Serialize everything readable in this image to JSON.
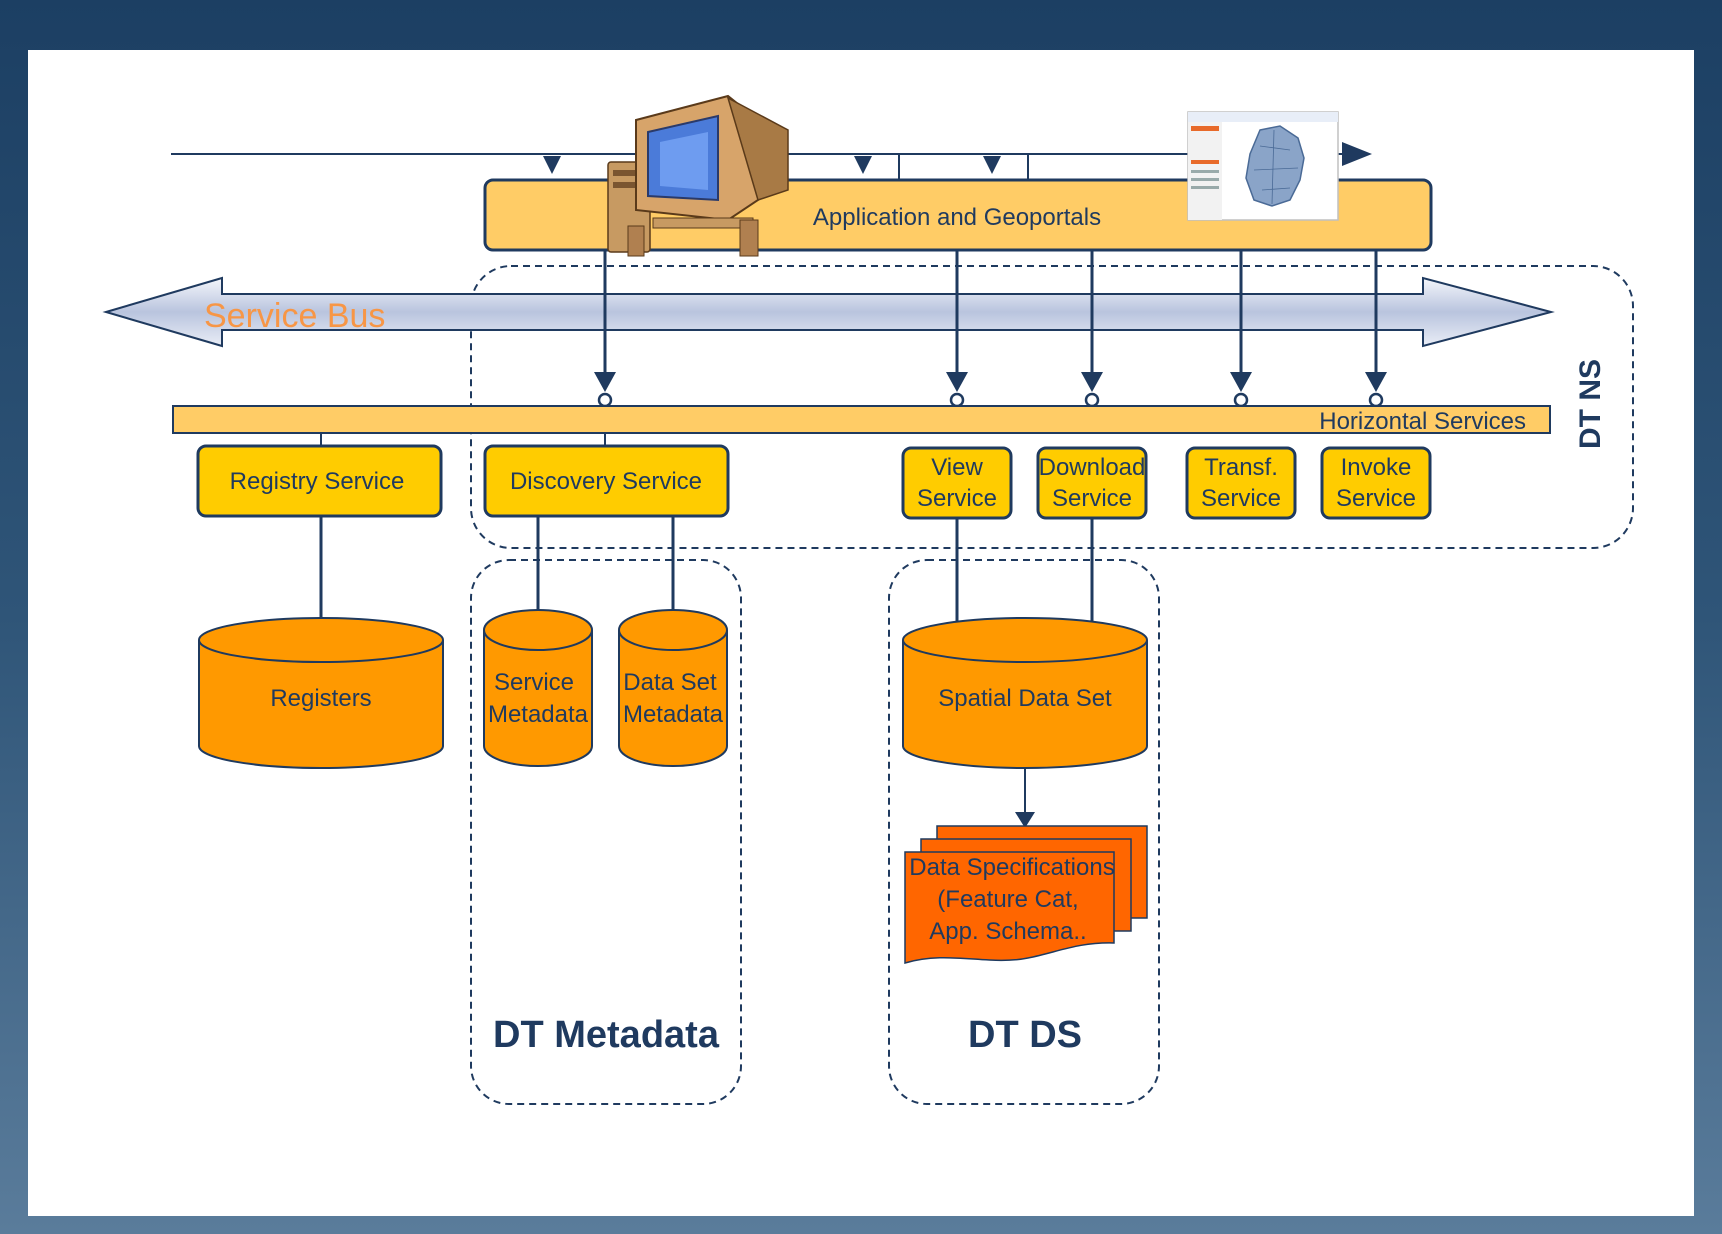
{
  "app_box": {
    "label": "Application and Geoportals"
  },
  "service_bus": {
    "label": "Service Bus"
  },
  "horizontal_services": {
    "label": "Horizontal Services"
  },
  "dt_ns": {
    "label": "DT NS"
  },
  "services": {
    "registry": "Registry Service",
    "discovery": "Discovery Service",
    "view": [
      "View",
      "Service"
    ],
    "download": [
      "Download",
      "Service"
    ],
    "transf": [
      "Transf.",
      "Service"
    ],
    "invoke": [
      "Invoke",
      "Service"
    ]
  },
  "stores": {
    "registers": "Registers",
    "service_metadata": [
      "Service",
      "Metadata"
    ],
    "dataset_metadata": [
      "Data Set",
      "Metadata"
    ],
    "spatial_data_set": "Spatial Data Set"
  },
  "data_specs": [
    "Data Specifications",
    "(Feature Cat,",
    "App. Schema.."
  ],
  "groups": {
    "dt_metadata": "DT Metadata",
    "dt_ds": "DT DS"
  },
  "colors": {
    "navy": "#1f3a5f",
    "service_fill": "#ffcc00",
    "app_fill": "#ffcc66",
    "store_fill": "#ff9900",
    "spec_fill": "#ff6600",
    "bus_label": "#f79646"
  }
}
